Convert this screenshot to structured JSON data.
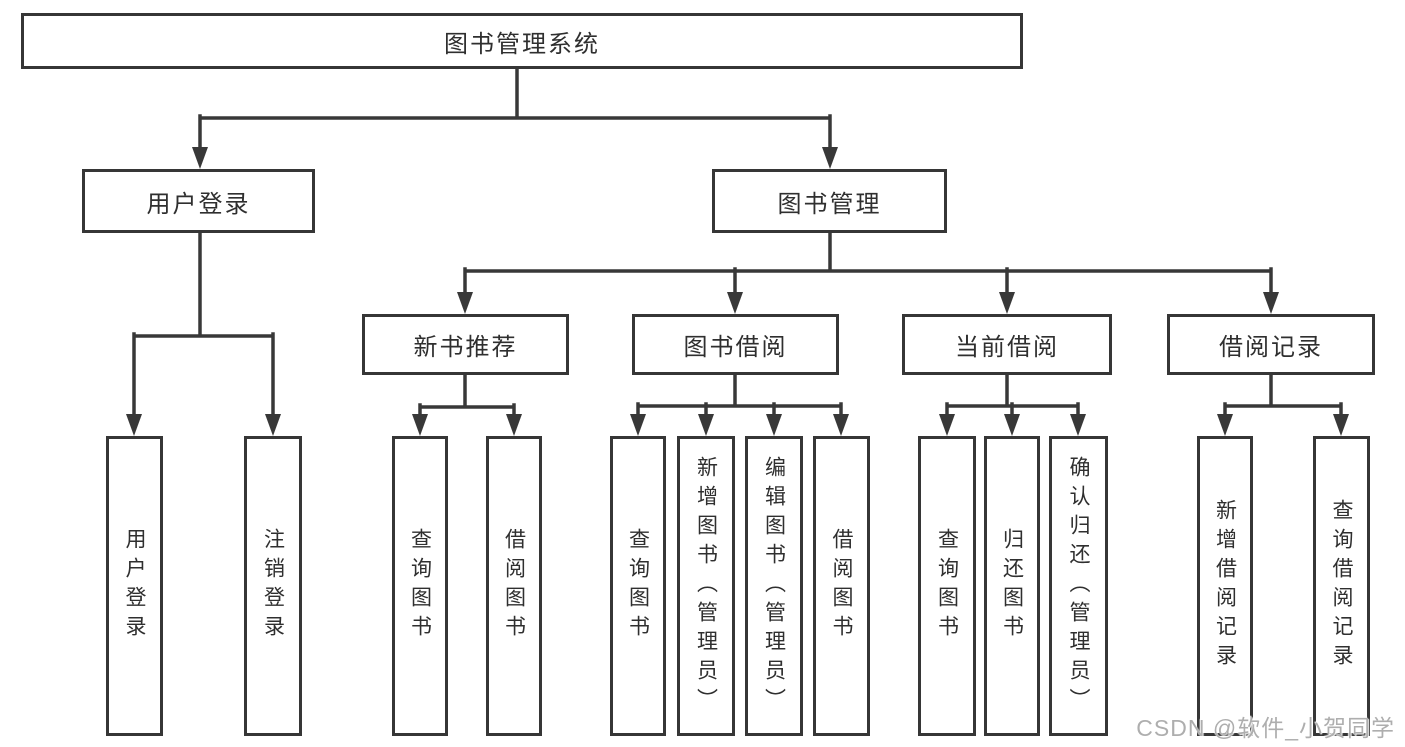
{
  "diagram": {
    "root": {
      "label": "图书管理系统"
    },
    "branches": [
      {
        "label": "用户登录",
        "leaves": [
          {
            "label": "用户登录"
          },
          {
            "label": "注销登录"
          }
        ]
      },
      {
        "label": "图书管理",
        "groups": [
          {
            "label": "新书推荐",
            "leaves": [
              {
                "label": "查询图书"
              },
              {
                "label": "借阅图书"
              }
            ]
          },
          {
            "label": "图书借阅",
            "leaves": [
              {
                "label": "查询图书"
              },
              {
                "label": "新增图书（管理员）"
              },
              {
                "label": "编辑图书（管理员）"
              },
              {
                "label": "借阅图书"
              }
            ]
          },
          {
            "label": "当前借阅",
            "leaves": [
              {
                "label": "查询图书"
              },
              {
                "label": "归还图书"
              },
              {
                "label": "确认归还（管理员）"
              }
            ]
          },
          {
            "label": "借阅记录",
            "leaves": [
              {
                "label": "新增借阅记录"
              },
              {
                "label": "查询借阅记录"
              }
            ]
          }
        ]
      }
    ]
  },
  "watermark": {
    "text": "CSDN @软件_小贺同学"
  },
  "colors": {
    "line": "#383838",
    "box_border": "#363636",
    "text": "#2f2f2f",
    "background": "#ffffff",
    "watermark": "#aeaeae"
  }
}
